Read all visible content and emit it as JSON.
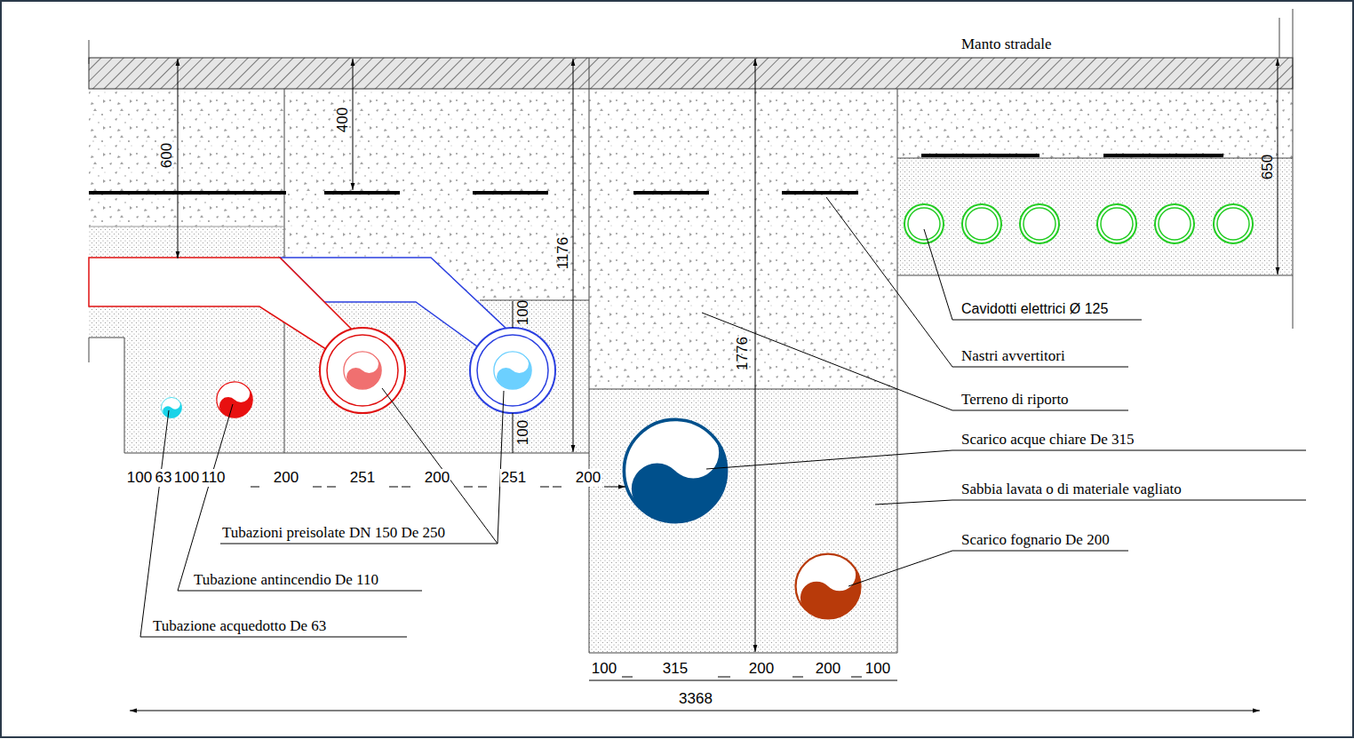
{
  "diagram": {
    "labels": [
      "Manto stradale",
      "600",
      "400",
      "1176",
      "1776",
      "650",
      "100",
      "100",
      "100",
      "63",
      "100",
      "110",
      "200",
      "251",
      "200",
      "251",
      "200",
      "100",
      "315",
      "200",
      "200",
      "100",
      "3368",
      "Cavidotti elettrici Ø 125",
      "Nastri avvertitori",
      "Terreno di riporto",
      "Scarico acque chiare De 315",
      "Sabbia lavata o di materiale vagliato",
      "Scarico fognario De 200",
      "Tubazioni preisolate DN 150 De 250",
      "Tubazione antincendio De 110",
      "Tubazione acquedotto De 63"
    ]
  }
}
